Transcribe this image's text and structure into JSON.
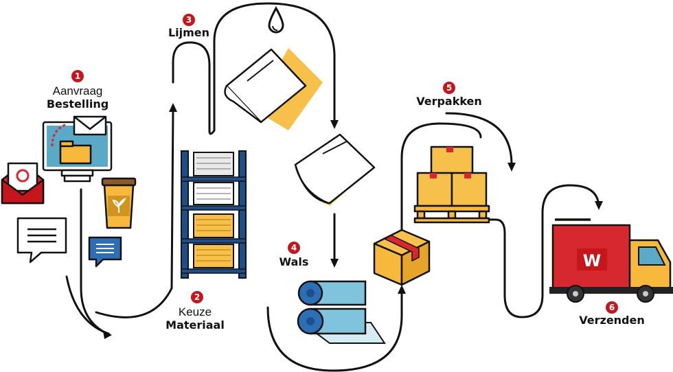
{
  "steps": [
    {
      "number": "1",
      "line1": "Aanvraag",
      "line2": "Bestelling"
    },
    {
      "number": "2",
      "line1": "Keuze",
      "line2": "Materiaal"
    },
    {
      "number": "3",
      "line1": "",
      "line2": "Lijmen"
    },
    {
      "number": "4",
      "line1": "",
      "line2": "Wals"
    },
    {
      "number": "5",
      "line1": "",
      "line2": "Verpakken"
    },
    {
      "number": "6",
      "line1": "",
      "line2": "Verzenden"
    }
  ],
  "colors": {
    "badge": "#c4161c",
    "truck_red": "#d7282f",
    "truck_yellow": "#f6b93b",
    "roller_blue": "#2c6fb5",
    "rack_blue": "#1f4f8a",
    "box_yellow": "#f6c04a",
    "screen_teal": "#5aa9c6"
  },
  "icons": [
    "email-icon",
    "chat-bubble-icon",
    "computer-icon",
    "coffee-cup-icon",
    "shelving-rack-icon",
    "water-drop-icon",
    "paper-roll-icon",
    "roller-icon",
    "box-icon",
    "pallet-boxes-icon",
    "truck-icon"
  ],
  "truck_logo": "W"
}
